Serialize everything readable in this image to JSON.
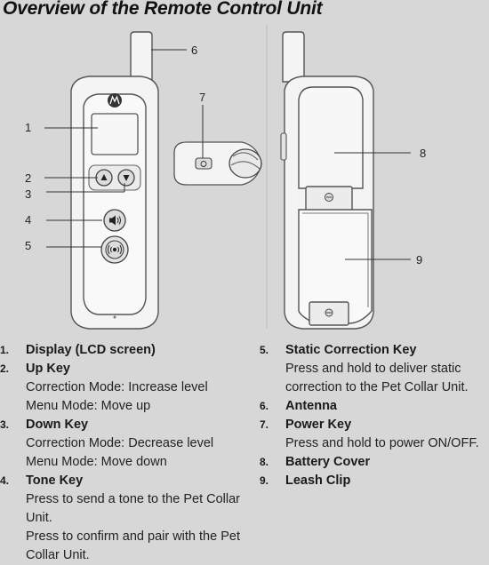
{
  "title": "Overview of the Remote Control Unit",
  "callouts": [
    "1",
    "2",
    "3",
    "4",
    "5",
    "6",
    "7",
    "8",
    "9"
  ],
  "legend": [
    {
      "num": "1.",
      "name": "Display (LCD screen)",
      "desc": []
    },
    {
      "num": "2.",
      "name": "Up Key",
      "desc": [
        "Correction Mode: Increase level",
        "Menu Mode: Move up"
      ]
    },
    {
      "num": "3.",
      "name": "Down Key",
      "desc": [
        "Correction Mode: Decrease level",
        "Menu Mode: Move down"
      ]
    },
    {
      "num": "4.",
      "name": "Tone Key",
      "desc": [
        "Press to send a tone to the Pet Collar Unit.",
        "Press to confirm and pair with the Pet Collar Unit."
      ]
    },
    {
      "num": "5.",
      "name": "Static Correction Key",
      "desc": [
        "Press and hold to deliver static correction to the Pet Collar Unit."
      ]
    },
    {
      "num": "6.",
      "name": "Antenna",
      "desc": []
    },
    {
      "num": "7.",
      "name": "Power Key",
      "desc": [
        "Press and hold to power ON/OFF."
      ]
    },
    {
      "num": "8.",
      "name": "Battery Cover",
      "desc": []
    },
    {
      "num": "9.",
      "name": "Leash Clip",
      "desc": []
    }
  ]
}
